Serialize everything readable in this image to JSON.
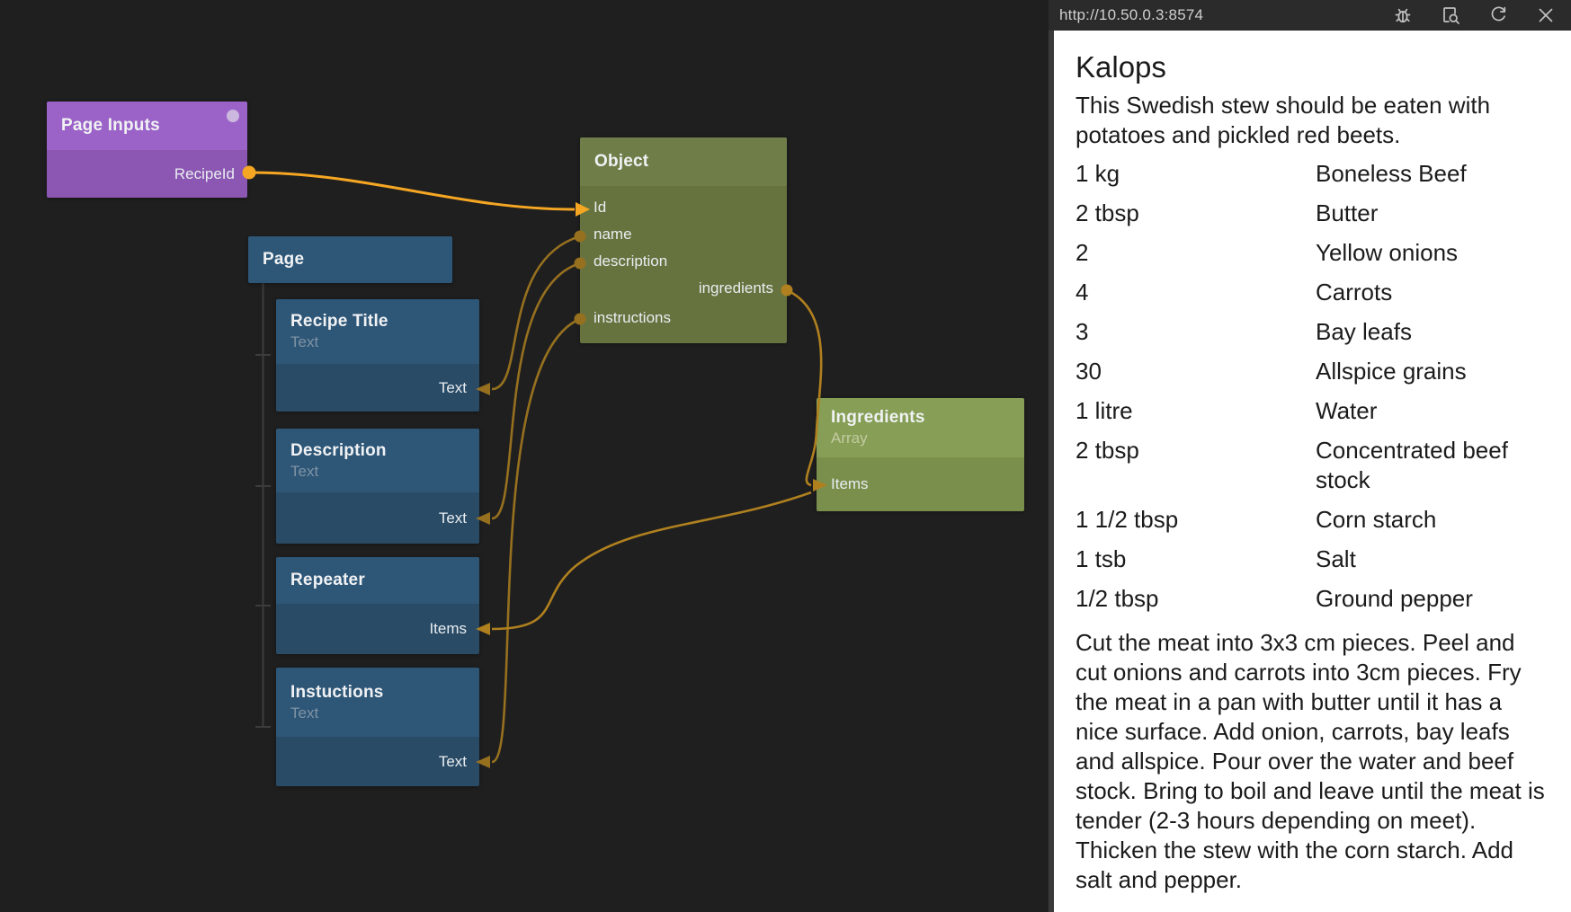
{
  "canvas": {
    "page_inputs": {
      "title": "Page Inputs",
      "port": "RecipeId"
    },
    "page": {
      "title": "Page"
    },
    "recipe_title": {
      "title": "Recipe Title",
      "subtitle": "Text",
      "port": "Text"
    },
    "description_node": {
      "title": "Description",
      "subtitle": "Text",
      "port": "Text"
    },
    "repeater": {
      "title": "Repeater",
      "port": "Items"
    },
    "instuctions": {
      "title": "Instuctions",
      "subtitle": "Text",
      "port": "Text"
    },
    "object": {
      "title": "Object",
      "inputs": [
        "Id",
        "name",
        "description",
        "instructions"
      ],
      "output": "ingredients"
    },
    "ingredients_node": {
      "title": "Ingredients",
      "subtitle": "Array",
      "port": "Items"
    },
    "colors": {
      "wire_active": "#f5a623",
      "wire_normal": "#96701f",
      "node_purple": "#9b63c8",
      "node_blue": "#2e5677",
      "node_green": "#6f7e49",
      "node_light_green": "#869e55",
      "canvas_bg": "#1f1f1f"
    }
  },
  "preview_panel": {
    "url": "http://10.50.0.3:8574",
    "toolbar_icons": [
      "bug-icon",
      "inspect-icon",
      "refresh-icon",
      "close-icon"
    ],
    "recipe": {
      "title": "Kalops",
      "description": "This Swedish stew should be eaten with potatoes and pickled red beets.",
      "ingredients": [
        {
          "qty": "1 kg",
          "name": "Boneless Beef"
        },
        {
          "qty": "2 tbsp",
          "name": "Butter"
        },
        {
          "qty": "2",
          "name": "Yellow onions"
        },
        {
          "qty": "4",
          "name": "Carrots"
        },
        {
          "qty": "3",
          "name": "Bay leafs"
        },
        {
          "qty": "30",
          "name": "Allspice grains"
        },
        {
          "qty": "1 litre",
          "name": "Water"
        },
        {
          "qty": "2 tbsp",
          "name": "Concentrated beef stock"
        },
        {
          "qty": "1 1/2 tbsp",
          "name": "Corn starch"
        },
        {
          "qty": "1 tsb",
          "name": "Salt"
        },
        {
          "qty": "1/2 tbsp",
          "name": "Ground pepper"
        }
      ],
      "instructions": "Cut the meat into 3x3 cm pieces. Peel and cut onions and carrots into 3cm pieces. Fry the meat in a pan with butter until it has a nice surface. Add onion, carrots, bay leafs and allspice. Pour over the water and beef stock. Bring to boil and leave until the meat is tender (2-3 hours depending on meet). Thicken the stew with the corn starch. Add salt and pepper."
    }
  }
}
